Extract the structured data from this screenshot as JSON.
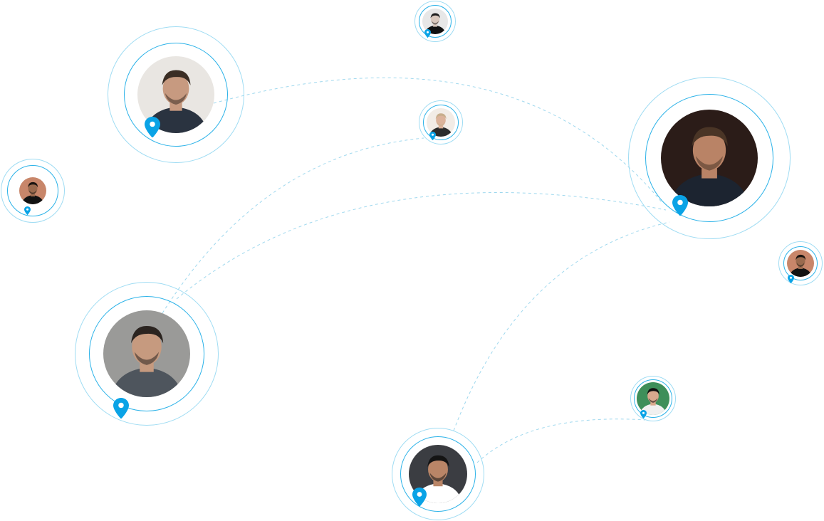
{
  "theme": {
    "accent": "#0aa3e6",
    "ring_outer": "#9fdcf3",
    "ring_inner": "#2bb2e8",
    "link_line": "#9fd8ee"
  },
  "people": [
    {
      "id": "p1",
      "icon": "person-avatar",
      "bg": "#e9e6e2",
      "skin": "#c79a80",
      "hair": "#3a2d24",
      "shirt": "#2a3340"
    },
    {
      "id": "p2",
      "icon": "person-avatar",
      "bg": "#e7e7e7",
      "skin": "#d9c8bd",
      "hair": "#1e1e1e",
      "shirt": "#111111"
    },
    {
      "id": "p3",
      "icon": "person-avatar",
      "bg": "#f2ece6",
      "skin": "#dcb39b",
      "hair": "#c8ae8c",
      "shirt": "#2c2c2c"
    },
    {
      "id": "p4",
      "icon": "person-avatar",
      "bg": "#2b1c18",
      "skin": "#b98366",
      "hair": "#4a3526",
      "shirt": "#1c2430"
    },
    {
      "id": "p5",
      "icon": "person-avatar",
      "bg": "#c8866a",
      "skin": "#9a6a4e",
      "hair": "#1a1410",
      "shirt": "#121212"
    },
    {
      "id": "p6",
      "icon": "person-avatar",
      "bg": "#c8866a",
      "skin": "#9a6a4e",
      "hair": "#1a1410",
      "shirt": "#121212"
    },
    {
      "id": "p7",
      "icon": "person-avatar",
      "bg": "#9a9a98",
      "skin": "#c69a7f",
      "hair": "#2b2420",
      "shirt": "#4e555d"
    },
    {
      "id": "p8",
      "icon": "person-avatar",
      "bg": "#3e8f5a",
      "skin": "#d9a98e",
      "hair": "#111111",
      "shirt": "#f0f0f0"
    },
    {
      "id": "p9",
      "icon": "person-avatar",
      "bg": "#3b3d42",
      "skin": "#b98567",
      "hair": "#141414",
      "shirt": "#ffffff"
    }
  ],
  "pins": {
    "icon": "location-pin-icon"
  },
  "links": {
    "icon": "dashed-connection-line"
  }
}
